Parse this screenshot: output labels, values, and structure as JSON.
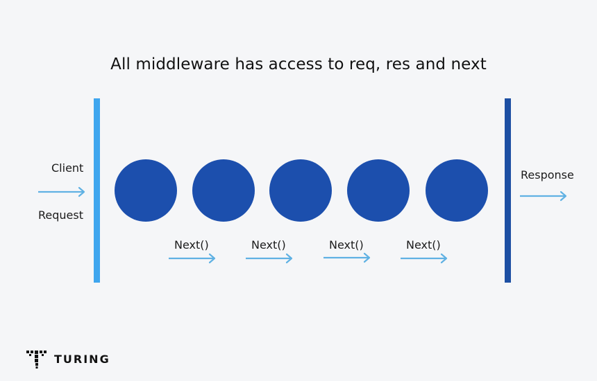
{
  "title": "All middleware has access to req, res and next",
  "left_labels": {
    "top": "Client",
    "bottom": "Request"
  },
  "right_label": "Response",
  "nodes": [
    {
      "id": "middleware-1"
    },
    {
      "id": "middleware-2"
    },
    {
      "id": "middleware-3"
    },
    {
      "id": "middleware-4"
    },
    {
      "id": "middleware-5"
    }
  ],
  "next_labels": [
    "Next()",
    "Next()",
    "Next()",
    "Next()"
  ],
  "brand": {
    "name": "TURING",
    "logo_icon": "turing-logo-icon"
  },
  "colors": {
    "background": "#f5f6f8",
    "left_bar": "#3fa6ee",
    "right_bar": "#1d4fa3",
    "node": "#1c4fad",
    "arrow": "#5fb1e3",
    "text": "#111111"
  }
}
